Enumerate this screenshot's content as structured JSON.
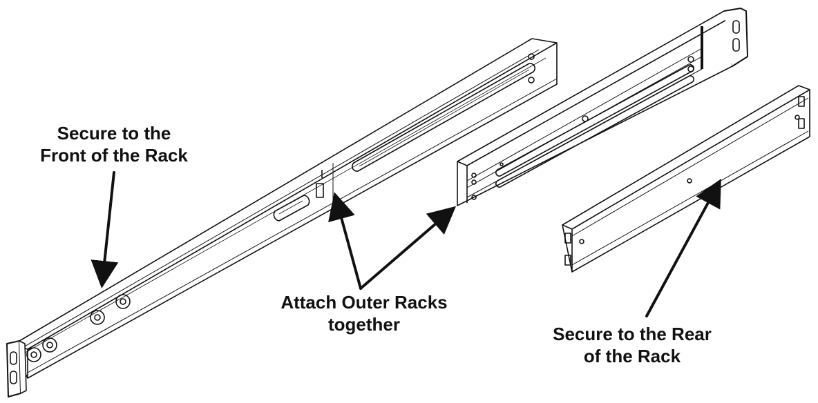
{
  "labels": {
    "front": {
      "line1": "Secure to the",
      "line2": "Front of the Rack"
    },
    "attach": {
      "line1": "Attach Outer Racks",
      "line2": "together"
    },
    "rear": {
      "line1": "Secure to the Rear",
      "line2": "of the Rack"
    }
  },
  "colors": {
    "line": "#111111",
    "background": "#ffffff"
  }
}
